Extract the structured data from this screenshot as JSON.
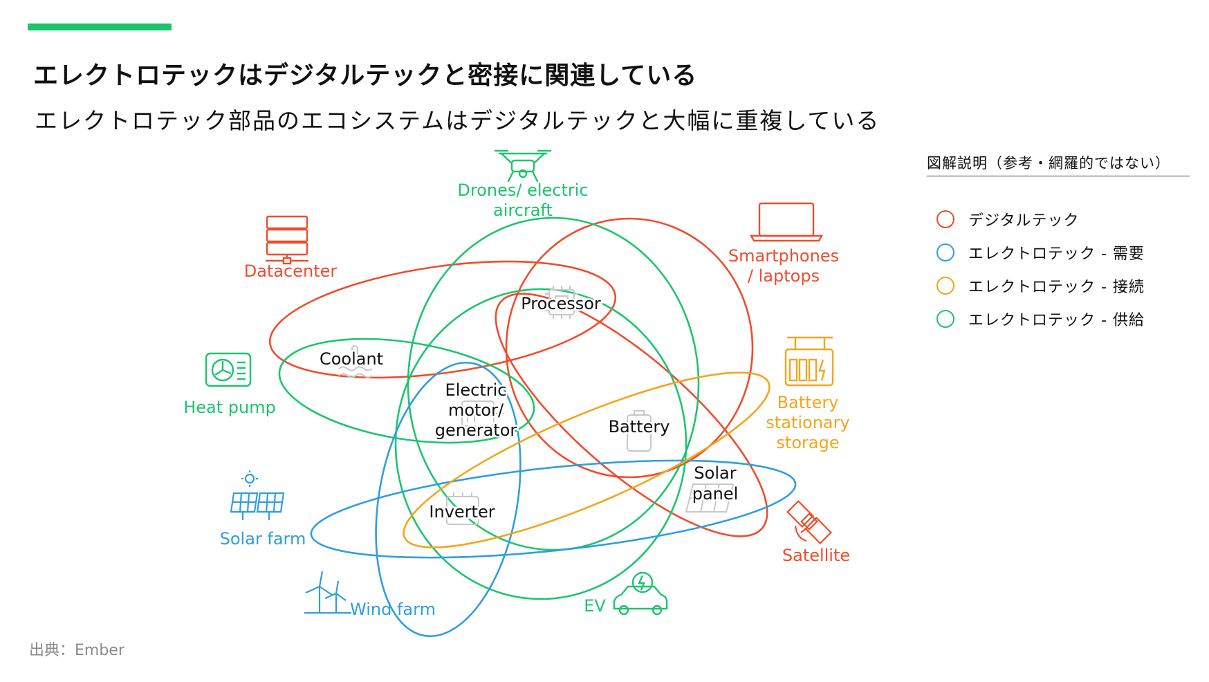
{
  "header": {
    "title": "エレクトロテックはデジタルテックと密接に関連している",
    "subtitle": "エレクトロテック部品のエコシステムはデジタルテックと大幅に重複している"
  },
  "legend": {
    "title": "図解説明（参考・網羅的ではない）",
    "items": [
      {
        "label": "デジタルテック",
        "color": "#ef4c2c"
      },
      {
        "label": "エレクトロテック - 需要",
        "color": "#2f9ede"
      },
      {
        "label": "エレクトロテック - 接続",
        "color": "#f3a51b"
      },
      {
        "label": "エレクトロテック - 供給",
        "color": "#1dc46e"
      }
    ]
  },
  "applications": {
    "drones": {
      "line1": "Drones/ electric",
      "line2": "aircraft",
      "icon": "drone-icon"
    },
    "datacenter": {
      "label": "Datacenter",
      "icon": "server-rack-icon"
    },
    "smartphones": {
      "line1": "Smartphones",
      "line2": "/ laptops",
      "icon": "laptop-icon"
    },
    "heat_pump": {
      "label": "Heat pump",
      "icon": "heat-pump-icon"
    },
    "battery_storage": {
      "line1": "Battery",
      "line2": "stationary",
      "line3": "storage",
      "icon": "battery-storage-icon"
    },
    "solar_farm": {
      "label": "Solar farm",
      "icon": "solar-panels-icon"
    },
    "satellite": {
      "label": "Satellite",
      "icon": "satellite-icon"
    },
    "wind_farm": {
      "label": "Wind farm",
      "icon": "wind-turbine-icon"
    },
    "ev": {
      "label": "EV",
      "icon": "electric-car-icon"
    }
  },
  "components": {
    "processor": {
      "label": "Processor",
      "icon": "chip-icon"
    },
    "coolant": {
      "label": "Coolant",
      "icon": "coolant-icon"
    },
    "motor": {
      "line1": "Electric",
      "line2": "motor/",
      "line3": "generator",
      "icon": "motor-icon"
    },
    "battery": {
      "label": "Battery",
      "icon": "battery-icon"
    },
    "solar_panel": {
      "line1": "Solar",
      "line2": "panel",
      "icon": "solar-panel-icon"
    },
    "inverter": {
      "label": "Inverter",
      "icon": "inverter-icon"
    }
  },
  "colors": {
    "digital": "#ef4c2c",
    "demand": "#2f9ede",
    "connection": "#f3a51b",
    "supply": "#1dc46e",
    "accent": "#19c56d"
  },
  "source": "出典：Ember"
}
